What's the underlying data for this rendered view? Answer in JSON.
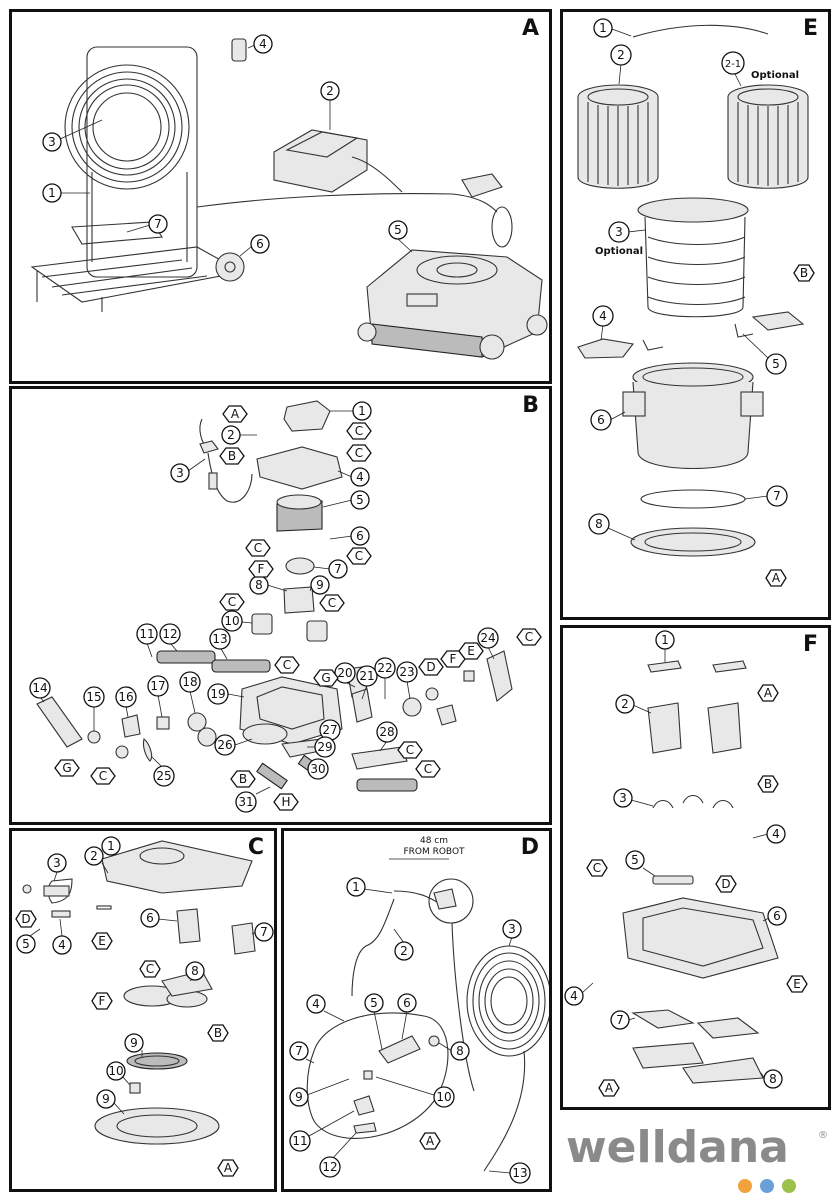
{
  "panels": {
    "A": {
      "letter": "A",
      "callouts": [
        "1",
        "2",
        "3",
        "4",
        "5",
        "6",
        "7"
      ]
    },
    "B": {
      "letter": "B",
      "callouts": [
        "1",
        "2",
        "3",
        "4",
        "5",
        "6",
        "7",
        "8",
        "9",
        "10",
        "11",
        "12",
        "13",
        "14",
        "15",
        "16",
        "17",
        "18",
        "19",
        "20",
        "21",
        "22",
        "23",
        "24",
        "25",
        "26",
        "27",
        "28",
        "29",
        "30",
        "31"
      ],
      "hex_callouts": [
        "A",
        "B",
        "C",
        "D",
        "E",
        "F",
        "G",
        "H"
      ]
    },
    "C": {
      "letter": "C",
      "callouts": [
        "1",
        "2",
        "3",
        "4",
        "5",
        "6",
        "7",
        "8",
        "9",
        "10"
      ],
      "hex_callouts": [
        "A",
        "B",
        "C",
        "D",
        "E",
        "F"
      ]
    },
    "D": {
      "letter": "D",
      "callouts": [
        "1",
        "2",
        "3",
        "4",
        "5",
        "6",
        "7",
        "8",
        "9",
        "10",
        "11",
        "12",
        "13"
      ],
      "hex_callouts": [
        "A"
      ],
      "note_line1": "48 cm",
      "note_line2": "FROM ROBOT"
    },
    "E": {
      "letter": "E",
      "callouts": [
        "1",
        "2",
        "2-1",
        "3",
        "4",
        "5",
        "6",
        "7",
        "8"
      ],
      "hex_callouts": [
        "A",
        "B"
      ],
      "optional_label": "Optional"
    },
    "F": {
      "letter": "F",
      "callouts": [
        "1",
        "2",
        "3",
        "4",
        "5",
        "6",
        "7",
        "8"
      ],
      "hex_callouts": [
        "A",
        "B",
        "C",
        "D",
        "E"
      ]
    }
  },
  "brand": {
    "name": "welldana",
    "registered": "®",
    "dot_colors": [
      "#f2a23c",
      "#6aa0d8",
      "#9cc04a"
    ]
  },
  "colors": {
    "line": "#111111",
    "brand_gray": "#8a8a8a"
  }
}
